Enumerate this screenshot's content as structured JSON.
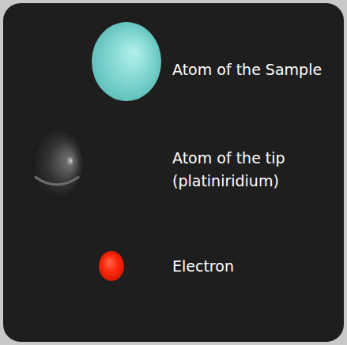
{
  "diagram": {
    "legend": [
      {
        "text": "Atom of the Sample"
      },
      {
        "text": "Atom of the tip (platiniridium)"
      },
      {
        "text": "Electron"
      }
    ]
  }
}
